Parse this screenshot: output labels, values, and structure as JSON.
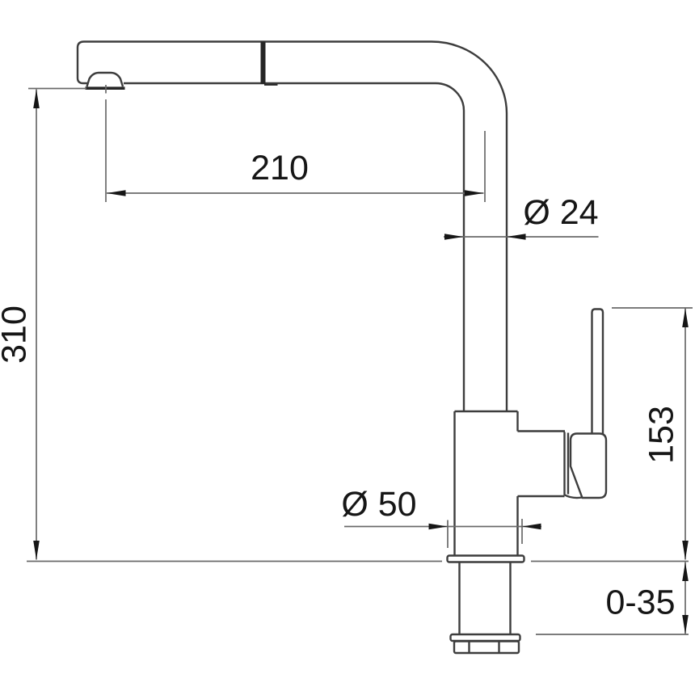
{
  "drawing": {
    "title": "kitchen-faucet-dimension-drawing",
    "background": "#ffffff",
    "colors": {
      "outline": "#3d3d3d",
      "thick_detail": "#262626",
      "dimension": "#6a6a6a",
      "ink": "#161616"
    },
    "dimensions": {
      "spout_reach": {
        "label": "210"
      },
      "spout_tube_diameter": {
        "label": "Ø 24"
      },
      "overall_height": {
        "label": "310"
      },
      "handle_height": {
        "label": "153"
      },
      "base_diameter": {
        "label": "Ø 50"
      },
      "deck_thickness_range": {
        "label": "0-35"
      }
    }
  }
}
